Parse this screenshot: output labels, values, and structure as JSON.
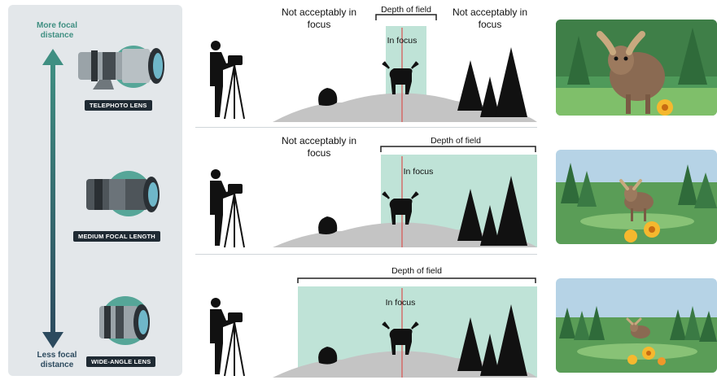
{
  "sidebar": {
    "top_label": "More focal distance",
    "bottom_label": "Less focal distance",
    "lenses": [
      {
        "label": "TELEPHOTO LENS"
      },
      {
        "label": "MEDIUM FOCAL LENGTH"
      },
      {
        "label": "WIDE-ANGLE LENS"
      }
    ]
  },
  "panels": [
    {
      "not_focus_left": "Not acceptably in focus",
      "not_focus_right": "Not acceptably in focus",
      "dof_label": "Depth of field",
      "in_focus": "In focus"
    },
    {
      "not_focus_left": "Not acceptably in focus",
      "dof_label": "Depth of field",
      "in_focus": "In focus"
    },
    {
      "dof_label": "Depth of field",
      "in_focus": "In focus"
    }
  ],
  "colors": {
    "teal_zone": "#bfe3d7",
    "focus_line": "#d9534f",
    "hill": "#c4c4c4",
    "silhouette": "#111111",
    "arrow_top": "#3f8f82",
    "arrow_bottom": "#2c4a5e"
  },
  "icons": [
    "photographer-silhouette",
    "moose-silhouette",
    "pine-tree",
    "shrub",
    "camera-lens"
  ]
}
